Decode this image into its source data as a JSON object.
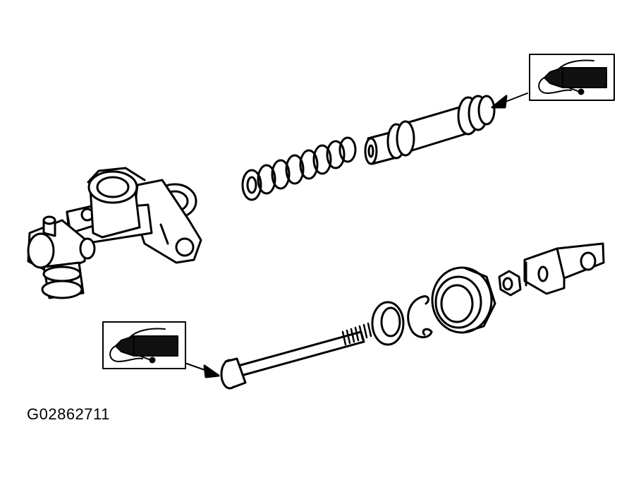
{
  "figure": {
    "id_label": "G02862711"
  },
  "parts": [
    {
      "name": "master-cylinder-body"
    },
    {
      "name": "return-spring"
    },
    {
      "name": "primary-piston"
    },
    {
      "name": "pushrod"
    },
    {
      "name": "washer"
    },
    {
      "name": "snap-ring"
    },
    {
      "name": "dust-boot"
    },
    {
      "name": "lock-nut"
    },
    {
      "name": "clevis"
    }
  ],
  "callouts": [
    {
      "name": "grease-tube-callout-top",
      "icon": "grease-tube-icon"
    },
    {
      "name": "grease-tube-callout-bottom",
      "icon": "grease-tube-icon"
    }
  ],
  "colors": {
    "ink": "#000000",
    "paper": "#ffffff",
    "shade": "#111111"
  }
}
